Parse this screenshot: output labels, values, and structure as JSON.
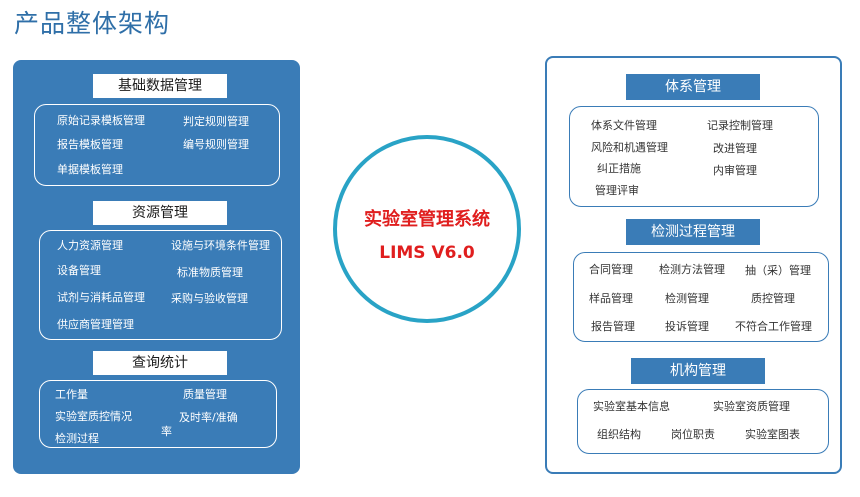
{
  "page": {
    "title": "产品整体架构"
  },
  "left": {
    "sections": [
      {
        "title": "基础数据管理",
        "items": [
          "原始记录模板管理",
          "判定规则管理",
          "报告模板管理",
          "编号规则管理",
          "单据模板管理"
        ]
      },
      {
        "title": "资源管理",
        "items": [
          "人力资源管理",
          "设施与环境条件管理",
          "设备管理",
          "标准物质管理",
          "试剂与消耗品管理",
          "采购与验收管理",
          "供应商管理管理"
        ]
      },
      {
        "title": "查询统计",
        "items": [
          "工作量",
          "质量管理",
          "实验室质控情况",
          "及时率/准确",
          "率",
          "检测过程"
        ]
      }
    ]
  },
  "center": {
    "title": "实验室管理系统",
    "subtitle": "LIMS V6.0"
  },
  "right": {
    "sections": [
      {
        "title": "体系管理",
        "items": [
          "体系文件管理",
          "记录控制管理",
          "风险和机遇管理",
          "改进管理",
          "纠正措施",
          "内审管理",
          "管理评审"
        ]
      },
      {
        "title": "检测过程管理",
        "items": [
          "合同管理",
          "检测方法管理",
          "抽（采）管理",
          "样品管理",
          "检测管理",
          "质控管理",
          "报告管理",
          "投诉管理",
          "不符合工作管理"
        ]
      },
      {
        "title": "机构管理",
        "items": [
          "实验室基本信息",
          "实验室资质管理",
          "组织结构",
          "岗位职责",
          "实验室图表"
        ]
      }
    ]
  }
}
